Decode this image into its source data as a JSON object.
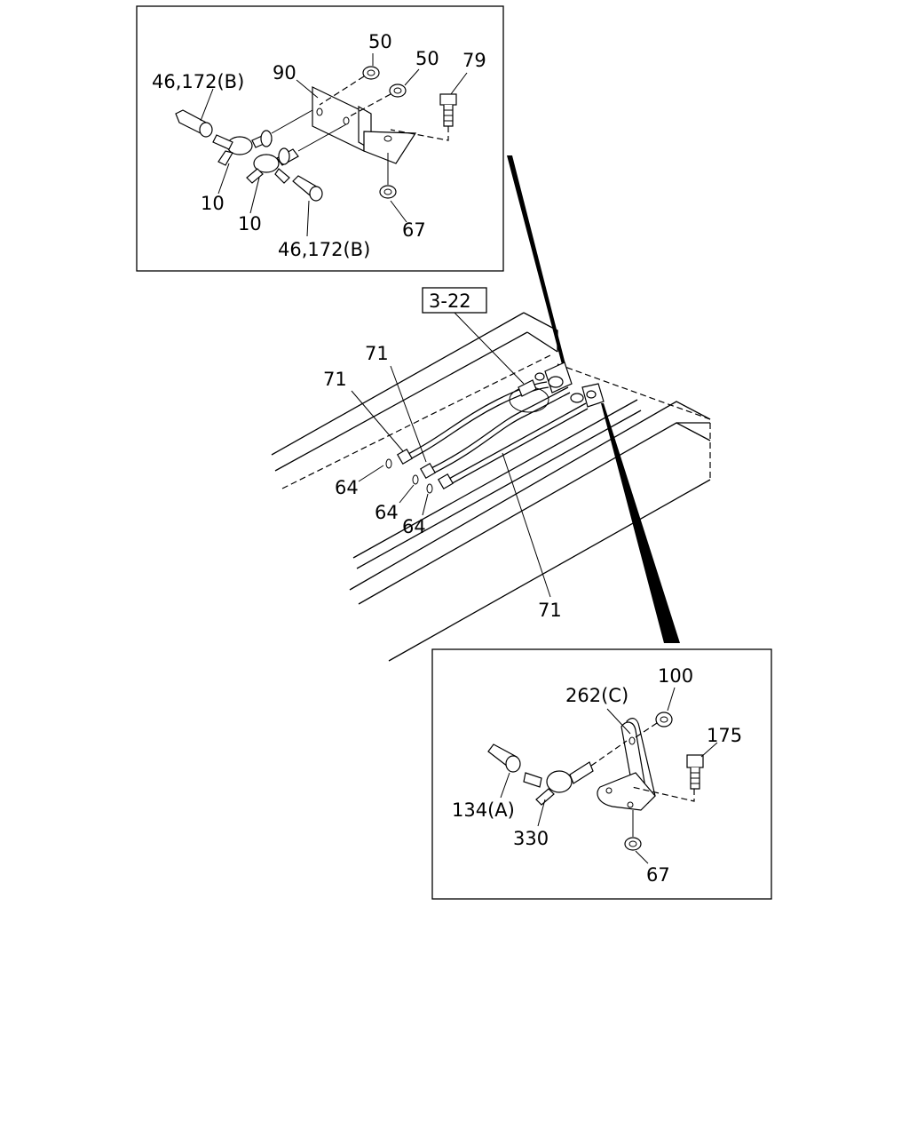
{
  "reference_box": "3-22",
  "top_inset": {
    "callouts": {
      "p50a": "50",
      "p50b": "50",
      "p79": "79",
      "p90": "90",
      "p46a": "46,172(B)",
      "p10a": "10",
      "p10b": "10",
      "p46b": "46,172(B)",
      "p67": "67"
    }
  },
  "main": {
    "callouts": {
      "p71a": "71",
      "p71b": "71",
      "p71c": "71",
      "p64a": "64",
      "p64b": "64",
      "p64c": "64"
    }
  },
  "bottom_inset": {
    "callouts": {
      "p100": "100",
      "p262": "262(C)",
      "p175": "175",
      "p134": "134(A)",
      "p330": "330",
      "p67": "67"
    }
  }
}
